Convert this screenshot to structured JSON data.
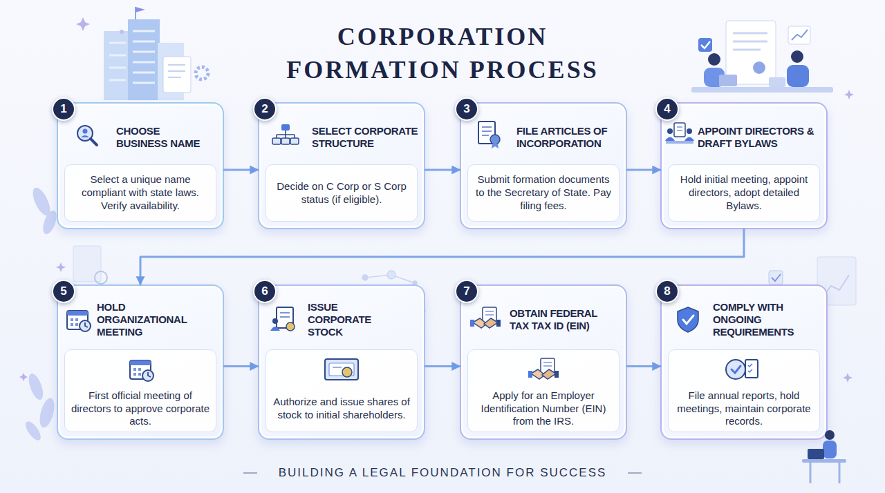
{
  "diagram": {
    "title": "CORPORATION FORMATION PROCESS",
    "caption": "BUILDING A LEGAL FOUNDATION FOR SUCCESS",
    "nodes": [
      {
        "text": [
          "CHOOSE BUSINESS NAME",
          "Select a unique name compliant with state laws. Verify availability."
        ]
      },
      {
        "text": [
          "1"
        ],
        "in": 0
      },
      {
        "text": [
          "SELECT CORPORATE STRUCTURE",
          "Decide on C Corp or S Corp status (if eligible)."
        ]
      },
      {
        "text": [
          "2"
        ],
        "in": 2
      },
      {
        "text": [
          "FILE ARTICLES OF INCORPORATION",
          "Submit formation documents to the Secretary of State. Pay filing fees."
        ]
      },
      {
        "text": [
          "3"
        ],
        "in": 4
      },
      {
        "text": [
          "APPOINT DIRECTORS & DRAFT BYLAWS",
          "Hold initial meeting, appoint directors, adopt detailed Bylaws."
        ]
      },
      {
        "text": [
          "4"
        ],
        "in": 6
      },
      {
        "text": [
          "HOLD ORGANIZATIONAL MEETING",
          "First official meeting of directors to approve corporate acts."
        ]
      },
      {
        "text": [
          "5"
        ],
        "in": 8
      },
      {
        "text": [
          "ISSUE CORPORATE STOCK",
          "Authorize and issue shares of stock to initial shareholders."
        ]
      },
      {
        "text": [
          "6"
        ],
        "in": 10
      },
      {
        "text": [
          "OBTAIN FEDERAL TAX TAX ID (EIN)",
          "Apply for an Employer Identification Number (EIN) from the IRS."
        ]
      },
      {
        "text": [
          "7"
        ],
        "in": 12
      },
      {
        "text": [
          "COMPLY WITH ONGOING REQUIREMENTS",
          "File annual reports, hold meetings, maintain corporate records."
        ]
      },
      {
        "text": [
          "8"
        ],
        "in": 14
      }
    ],
    "edges": [
      {
        "from": 0,
        "to": 2,
        "arrow": "to"
      },
      {
        "from": 2,
        "to": 4,
        "arrow": "to"
      },
      {
        "from": 4,
        "to": 6,
        "arrow": "to"
      },
      {
        "from": 6,
        "to": 8,
        "arrow": "to"
      },
      {
        "from": 8,
        "to": 10,
        "arrow": "to"
      },
      {
        "from": 10,
        "to": 12,
        "arrow": "to"
      },
      {
        "from": 12,
        "to": 14,
        "arrow": "to"
      }
    ]
  }
}
